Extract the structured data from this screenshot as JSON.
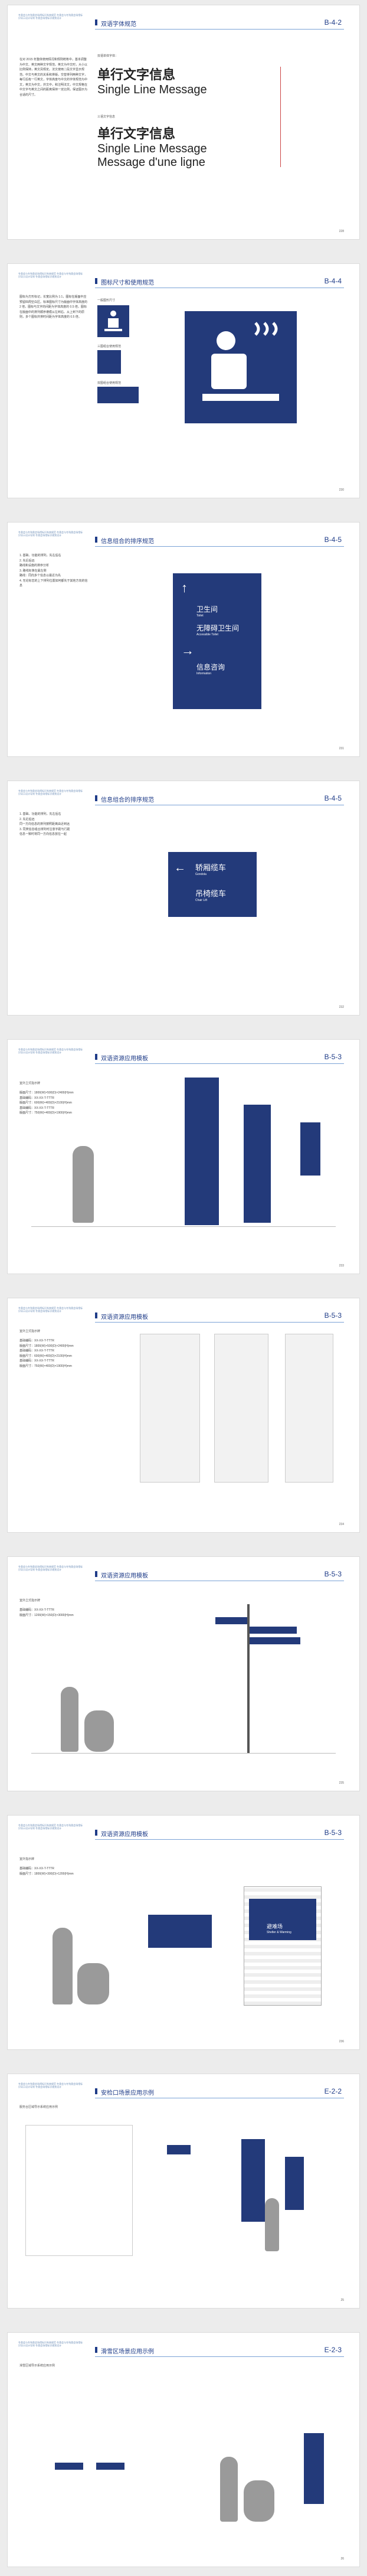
{
  "pages": [
    {
      "code": "B-4-2",
      "title": "双语字体规范",
      "pageno": "228",
      "body": "在对 2015 年整体使用情况和规则统筹中，基本调整为中文、英文两种文字规范。英文为中文时，大小以比例保持，英文另规定。法文使用二段文字显示规范。中文与英文的关系和排版，交替排列两种文字，每行后有一行英文，字体高度与中文的字体规范为中文，英文为中文，并文中，和注明法文，中文规格在中文字与英文之间的距离保持一定比例，保证图示为合适的尺寸。",
      "spec_label": "双语单体字体：",
      "demo_cn": "单行文字信息",
      "demo_en": "Single Line Message",
      "demo2_label": "三语文字信息",
      "demo2_cn": "单行文字信息",
      "demo2_en": "Single Line Message",
      "demo2_fr": "Message d'une ligne"
    },
    {
      "code": "B-4-4",
      "title": "图标尺寸和使用规范",
      "pageno": "230",
      "body": "图标为方形标记，长宽比例为 1:1，图标在版面中应预留四周空白区。标准图标尺寸为版面中字体高度的 2 倍，图标与文字的间距为字体高度的 0.5 倍，图标在版面中的排列顺序遵循从左到右、从上到下的原则，多个图标并排时间距为字体高度的 0.5 倍。",
      "label1": "一般图形尺寸",
      "label2": "三图组合使用规范",
      "label3": "双图组合使用规范"
    },
    {
      "code": "B-4-5",
      "title": "信息组合的排序规范",
      "pageno": "231",
      "body": "1. 基础、功能的排列，先左后右\n2. 先近后远\n   路线和设施的排序分析\n3. 路线标准在最左侧\n   路线：同向多个信息以最近为先\n4. 无论标志的上下排列位置如何都先于其他方向的信息",
      "sign_rows": [
        {
          "cn": "卫生间",
          "en": "Toilet"
        },
        {
          "cn": "无障碍卫生间",
          "en": "Accessible Toilet"
        },
        {
          "cn": "信息咨询",
          "en": "Information"
        }
      ]
    },
    {
      "code": "B-4-5",
      "title": "信息组合的排序规范",
      "pageno": "232",
      "body": "1. 基础、功能的排列，先左后右\n2. 先近后远\n   同一方向信息的排列按照距离由近到远\n3. 同类信息组合排列时注意字距与行距\n   信息一致时将同一方向信息放在一起",
      "sign_rows": [
        {
          "cn": "轿厢缆车",
          "en": "Gondola"
        },
        {
          "cn": "吊椅缆车",
          "en": "Chair Lift"
        }
      ]
    },
    {
      "code": "B-5-3",
      "title": "双语资源应用模板",
      "pageno": "233",
      "specs": [
        {
          "k": "版面尺寸",
          "v": "1800(W)×500(D)×2400(H)mm"
        },
        {
          "k": "基础编码",
          "v": "XX-XX-T-TTTR"
        },
        {
          "k": "版面尺寸",
          "v": "600(W)×400(D)×2100(H)mm"
        },
        {
          "k": "基础编码",
          "v": "XX-XX-T-TTTR"
        },
        {
          "k": "版面尺寸",
          "v": "750(W)×400(D)×1900(H)mm"
        }
      ],
      "heading": "室外立式指示牌"
    },
    {
      "code": "B-5-3",
      "title": "双语资源应用模板",
      "pageno": "234",
      "heading": "室外立式指示牌",
      "specs": [
        {
          "k": "基础编码",
          "v": "XX-XX-T-TTTR"
        },
        {
          "k": "版面尺寸",
          "v": "1800(W)×500(D)×2400(H)mm"
        },
        {
          "k": "基础编码",
          "v": "XX-XX-T-TTTR"
        },
        {
          "k": "版面尺寸",
          "v": "600(W)×400(D)×2100(H)mm"
        },
        {
          "k": "基础编码",
          "v": "XX-XX-T-TTTR"
        },
        {
          "k": "版面尺寸",
          "v": "750(W)×400(D)×1900(H)mm"
        }
      ]
    },
    {
      "code": "B-5-3",
      "title": "双语资源应用模板",
      "pageno": "235",
      "heading": "室外立式指示牌",
      "specs": [
        {
          "k": "基础编码",
          "v": "XX-XX-T-TTTR"
        },
        {
          "k": "版面尺寸",
          "v": "1200(W)×150(D)×3000(H)mm"
        }
      ]
    },
    {
      "code": "B-5-3",
      "title": "双语资源应用模板",
      "pageno": "236",
      "heading": "室外指示牌",
      "specs": [
        {
          "k": "基础编码",
          "v": "XX-XX-T-TTTR"
        },
        {
          "k": "版面尺寸",
          "v": "1800(W)×300(D)×1200(H)mm"
        }
      ],
      "shelter_cn": "避难场",
      "shelter_en": "Shelter & Warming"
    },
    {
      "code": "E-2-2",
      "title": "安检口场景应用示例",
      "pageno": "25",
      "heading": "服务台区域导示系统应用示例"
    },
    {
      "code": "E-2-3",
      "title": "滑雪区场景应用示例",
      "pageno": "26",
      "heading": "滑雪区域导示系统应用示例"
    }
  ],
  "header_text": "冬奥会与冬残奥会场馆标识系统规范\n冬奥会与冬残奥会场馆标识导示设计导则\n冬奥会场馆标识规划设计",
  "colors": {
    "brand": "#1f3c88",
    "sign": "#233a7a",
    "accent": "#7aa2d6"
  }
}
